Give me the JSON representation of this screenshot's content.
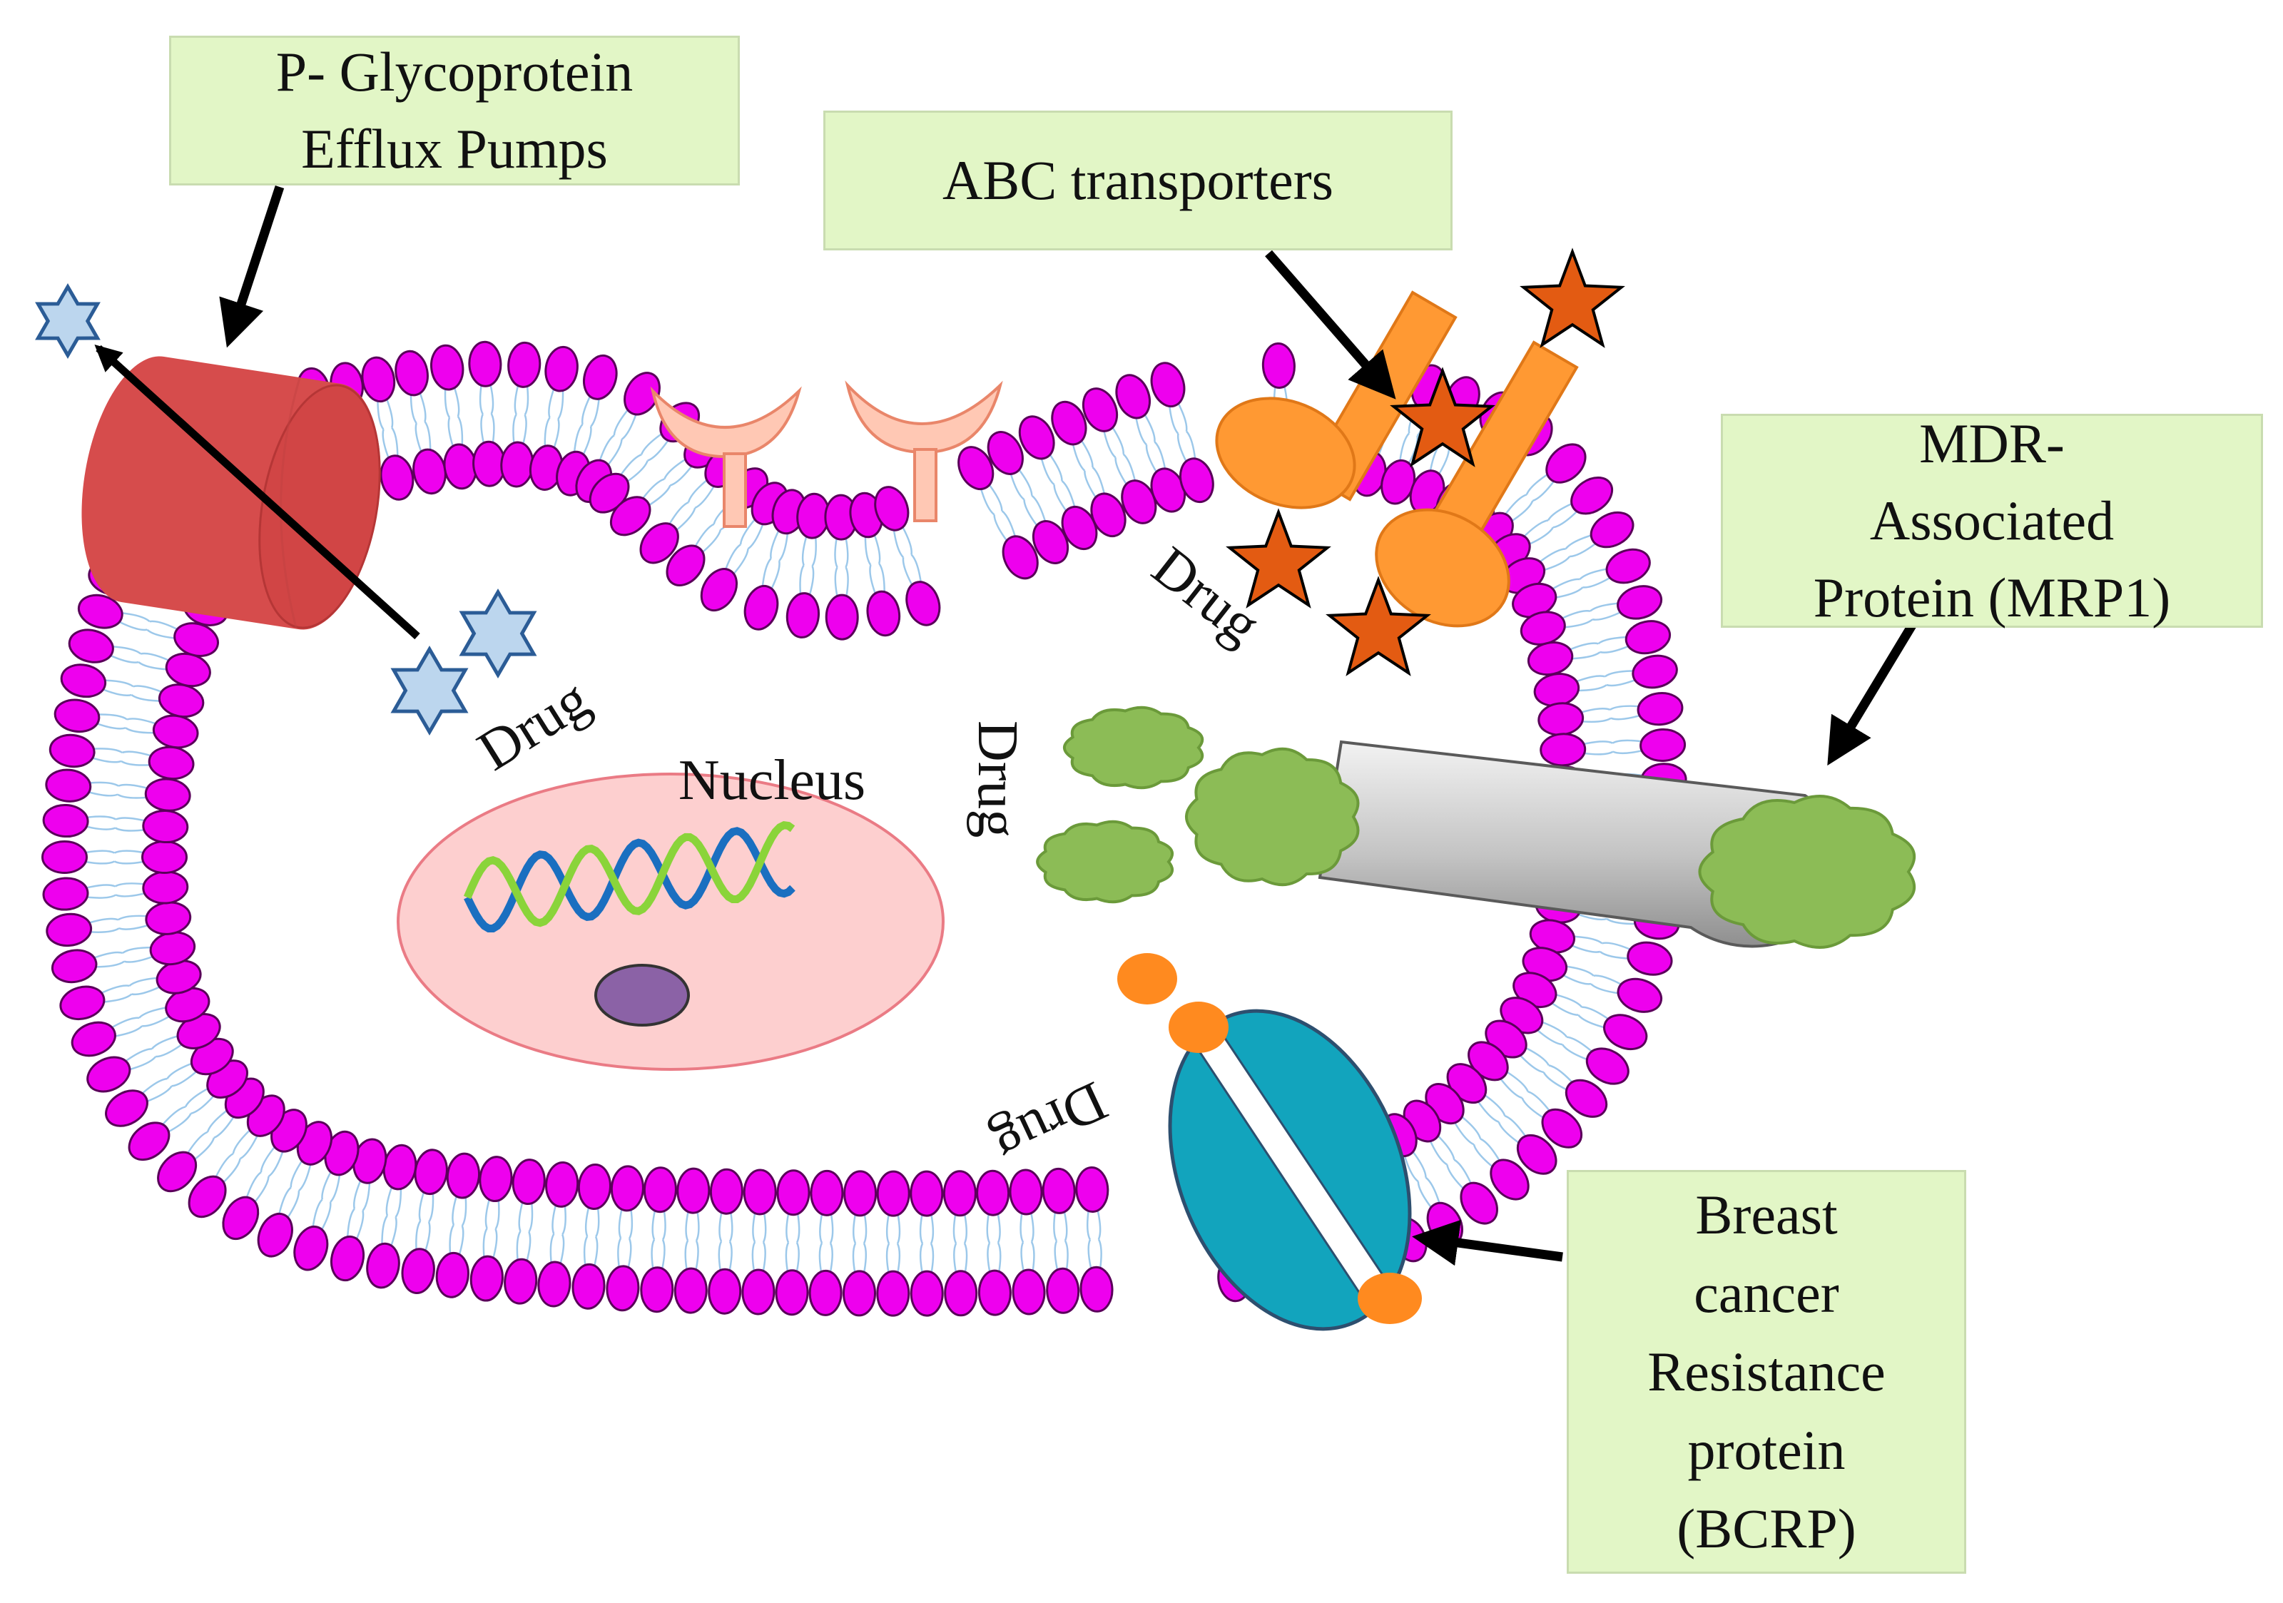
{
  "callouts": {
    "pgp": {
      "lines": [
        "P- Glycoprotein",
        "Efflux Pumps"
      ]
    },
    "abc": {
      "lines": [
        "ABC transporters"
      ]
    },
    "mrp": {
      "lines": [
        "MDR-",
        "Associated",
        "Protein (MRP1)"
      ]
    },
    "bcrp": {
      "lines": [
        "Breast",
        "cancer",
        "Resistance",
        "protein",
        "(BCRP)"
      ]
    }
  },
  "labels": {
    "nucleus": "Nucleus",
    "drug_pgp": "Drug",
    "drug_abc": "Drug",
    "drug_mrp": "Drug",
    "drug_bcrp": "Drug"
  },
  "colors": {
    "head_group": "#ee00ee",
    "head_stroke": "#5a005a",
    "lipid_tail": "#9cc8ea",
    "pgp_pump": "#d64c4c",
    "abc_transporter": "#ff9933",
    "orange_star": "#e35b12",
    "blue_star": "#bcd6ee",
    "mrp_channel": "#c4c4c4",
    "green_drug": "#8cbc56",
    "bcrp_channel": "#12a4bd",
    "orange_drug": "#ff8a1f",
    "nucleus_fill": "#fdcfcf",
    "nucleolus": "#8b62a6",
    "dna_blue": "#1a6fc0",
    "dna_green": "#8ad43a",
    "receptor": "#ffc8b4",
    "callout_bg": "#e2f6c6"
  },
  "icons": {
    "blue_star": "six-point-star-icon",
    "orange_star": "five-point-star-icon",
    "green_drug": "cloud-blob-icon"
  }
}
